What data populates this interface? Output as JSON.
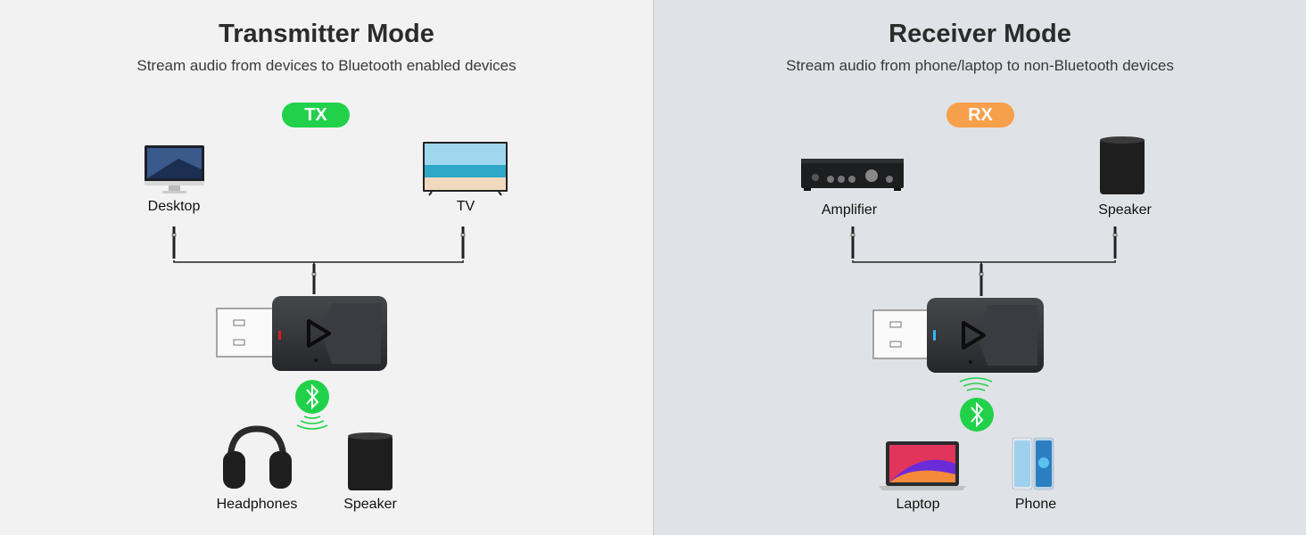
{
  "transmitter": {
    "title": "Transmitter Mode",
    "subtitle": "Stream audio from devices to Bluetooth enabled devices",
    "badge": "TX",
    "badge_color": "#22d14a",
    "led_color": "#e01e1e",
    "sources": [
      {
        "label": "Desktop",
        "icon": "desktop-icon"
      },
      {
        "label": "TV",
        "icon": "tv-icon"
      }
    ],
    "targets": [
      {
        "label": "Headphones",
        "icon": "headphones-icon"
      },
      {
        "label": "Speaker",
        "icon": "speaker-icon"
      }
    ]
  },
  "receiver": {
    "title": "Receiver Mode",
    "subtitle": "Stream audio from phone/laptop to non-Bluetooth devices",
    "badge": "RX",
    "badge_color": "#f7a04b",
    "led_color": "#37b6f0",
    "sources": [
      {
        "label": "Amplifier",
        "icon": "amplifier-icon"
      },
      {
        "label": "Speaker",
        "icon": "speaker-icon"
      }
    ],
    "targets": [
      {
        "label": "Laptop",
        "icon": "laptop-icon"
      },
      {
        "label": "Phone",
        "icon": "phone-icon"
      }
    ]
  },
  "bluetooth_color": "#22d14a"
}
